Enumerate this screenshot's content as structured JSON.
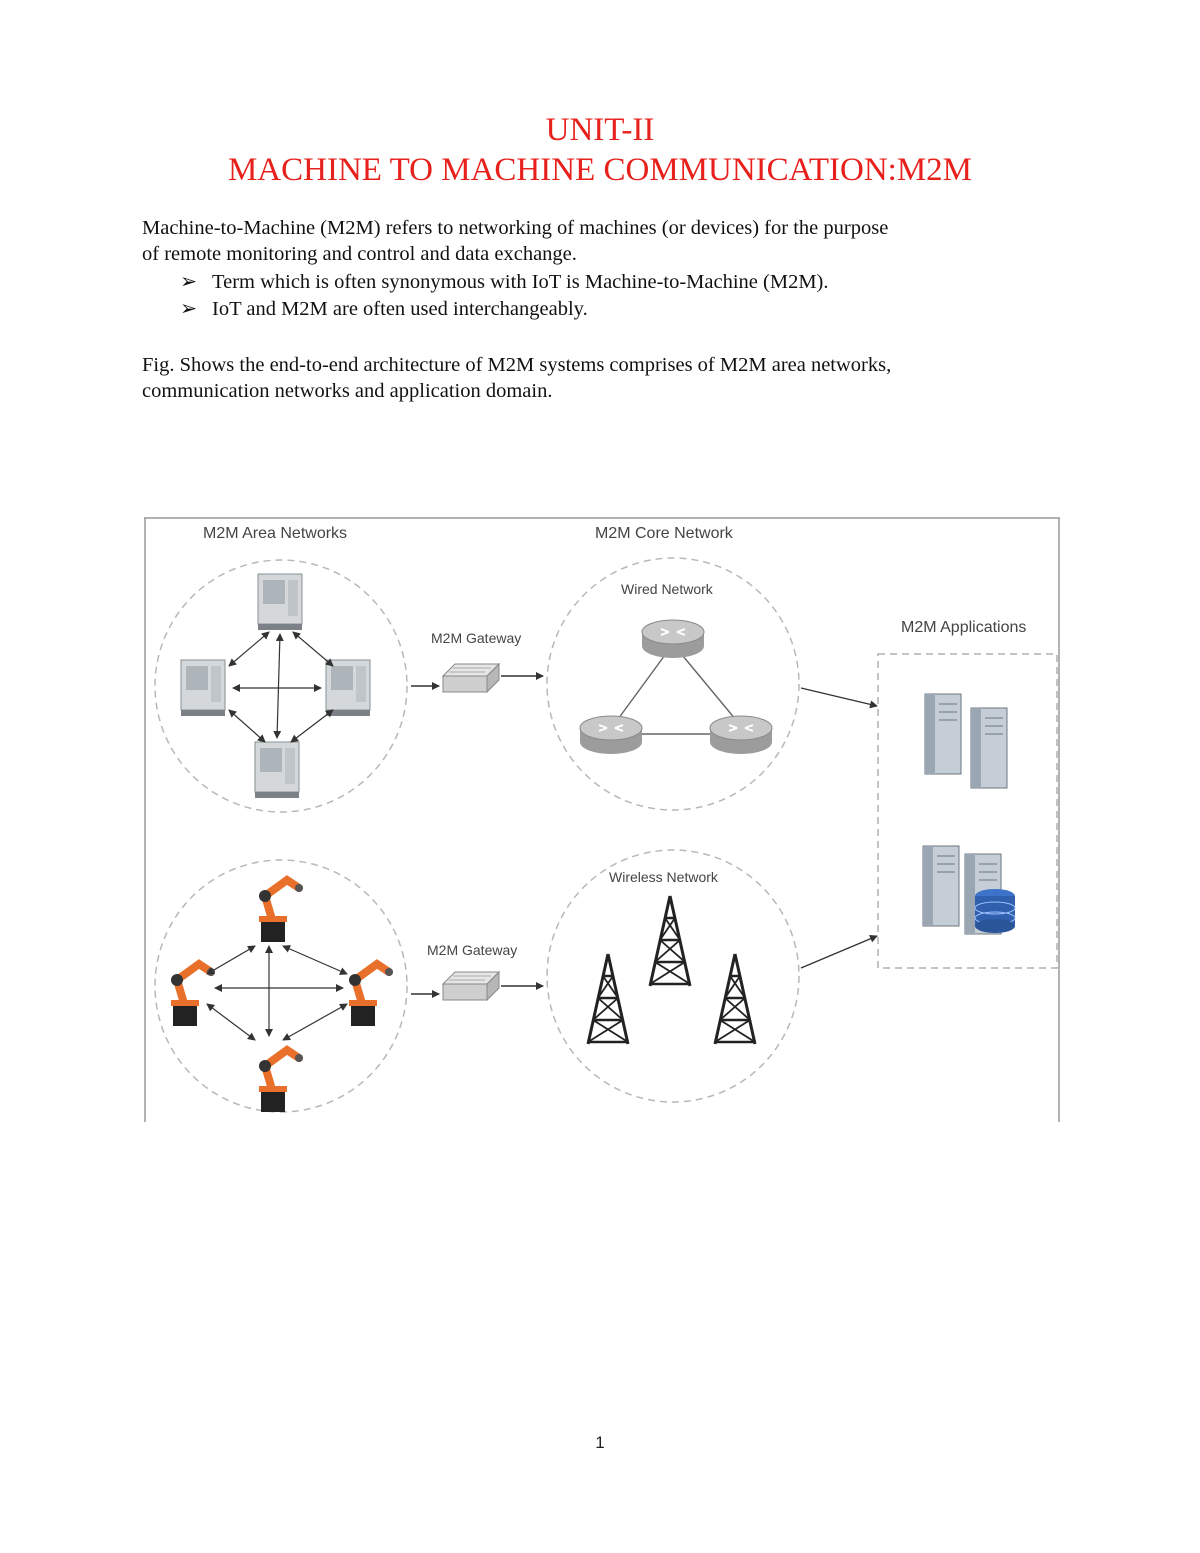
{
  "heading": {
    "unit": "UNIT-II",
    "title": "MACHINE TO MACHINE COMMUNICATION:M2M"
  },
  "intro": {
    "line1": "Machine-to-Machine (M2M) refers to networking of machines (or devices) for the purpose",
    "line2": "of remote monitoring and control and data exchange."
  },
  "bullets": [
    {
      "icon": "arrow-bullet-icon",
      "text": "Term which is often synonymous with IoT is Machine-to-Machine (M2M)."
    },
    {
      "icon": "arrow-bullet-icon",
      "text": "IoT and M2M are often used interchangeably."
    }
  ],
  "figure_caption": {
    "line1": "Fig. Shows the end-to-end architecture of M2M systems comprises of M2M area networks,",
    "line2": "communication networks and application domain."
  },
  "figure": {
    "area_networks_label": "M2M Area Networks",
    "core_network_label": "M2M Core Network",
    "applications_label": "M2M Applications",
    "wired_label": "Wired Network",
    "wireless_label": "Wireless Network",
    "gateway_top_label": "M2M Gateway",
    "gateway_bottom_label": "M2M Gateway",
    "colors": {
      "frame": "#9a9a9a",
      "dashed": "#b8b8b8",
      "robot": "#e8702a",
      "machine": "#cfd3d6",
      "router": "#b4b4b4",
      "tower": "#2a2a2a"
    }
  },
  "page_number": "1"
}
